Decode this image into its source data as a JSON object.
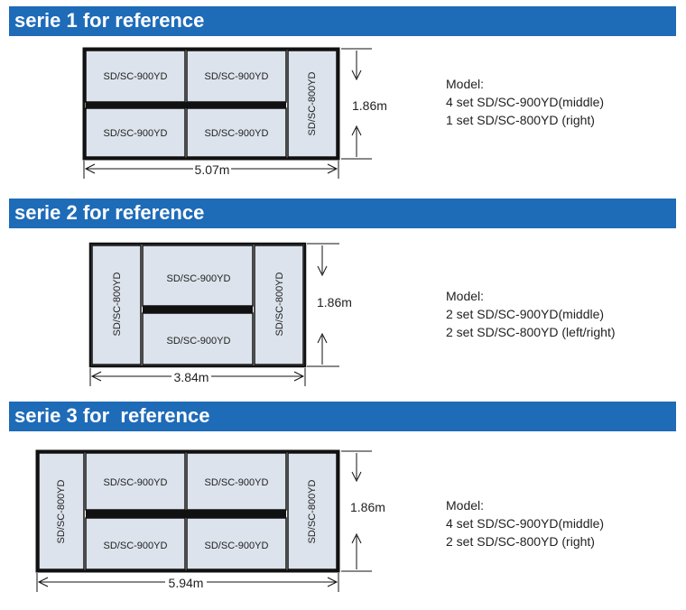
{
  "series": [
    {
      "title": "serie 1 for reference",
      "width_label": "5.07m",
      "height_label": "1.86m",
      "unit_900": "SD/SC-900YD",
      "unit_800": "SD/SC-800YD",
      "model_heading": "Model:",
      "model_lines": [
        "4 set SD/SC-900YD(middle)",
        "1 set SD/SC-800YD (right)"
      ]
    },
    {
      "title": "serie 2 for reference",
      "width_label": "3.84m",
      "height_label": "1.86m",
      "unit_900": "SD/SC-900YD",
      "unit_800": "SD/SC-800YD",
      "model_heading": "Model:",
      "model_lines": [
        "2 set SD/SC-900YD(middle)",
        "2 set SD/SC-800YD (left/right)"
      ]
    },
    {
      "title": "serie 3 for  reference",
      "width_label": "5.94m",
      "height_label": "1.86m",
      "unit_900": "SD/SC-900YD",
      "unit_800": "SD/SC-800YD",
      "model_heading": "Model:",
      "model_lines": [
        "4 set SD/SC-900YD(middle)",
        "2 set SD/SC-800YD (right)"
      ]
    }
  ],
  "colors": {
    "band": "#1e6bb8",
    "unit_fill": "#dce3ec",
    "outline": "#111111"
  }
}
